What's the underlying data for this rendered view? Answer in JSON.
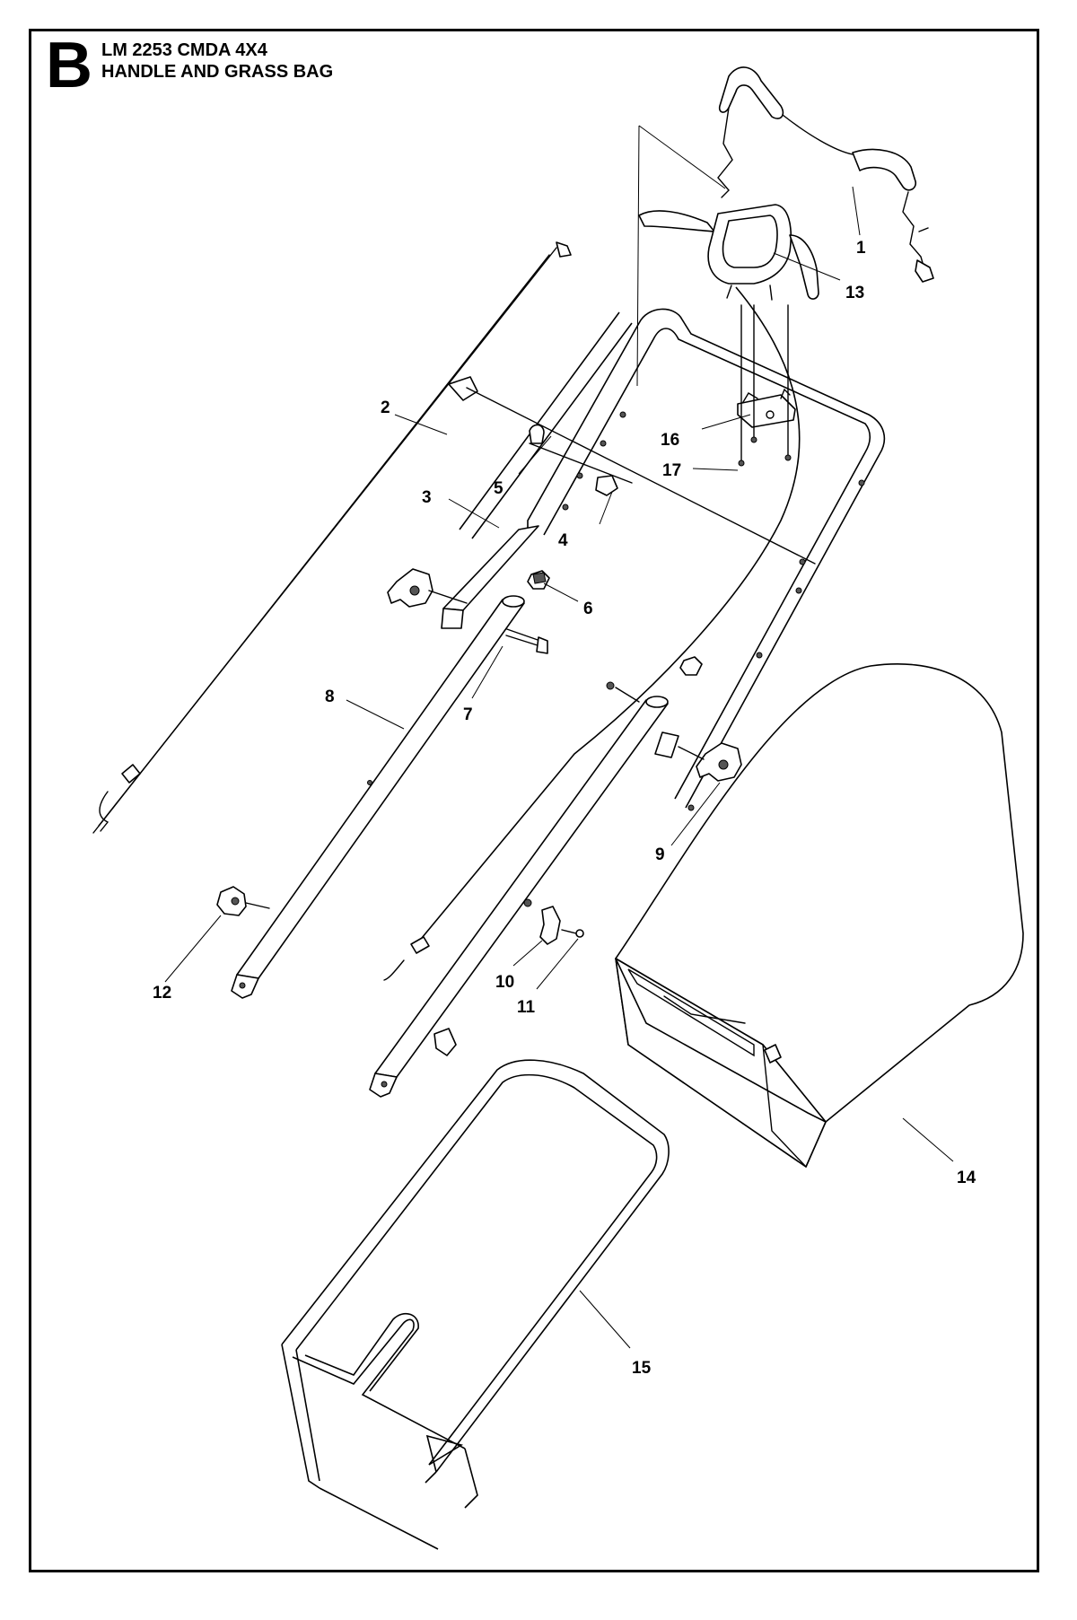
{
  "header": {
    "section_letter": "B",
    "model": "LM 2253 CMDA 4X4",
    "title": "HANDLE AND GRASS BAG"
  },
  "callouts": [
    "1",
    "2",
    "3",
    "4",
    "5",
    "6",
    "7",
    "8",
    "9",
    "10",
    "11",
    "12",
    "13",
    "14",
    "15",
    "16",
    "17"
  ]
}
